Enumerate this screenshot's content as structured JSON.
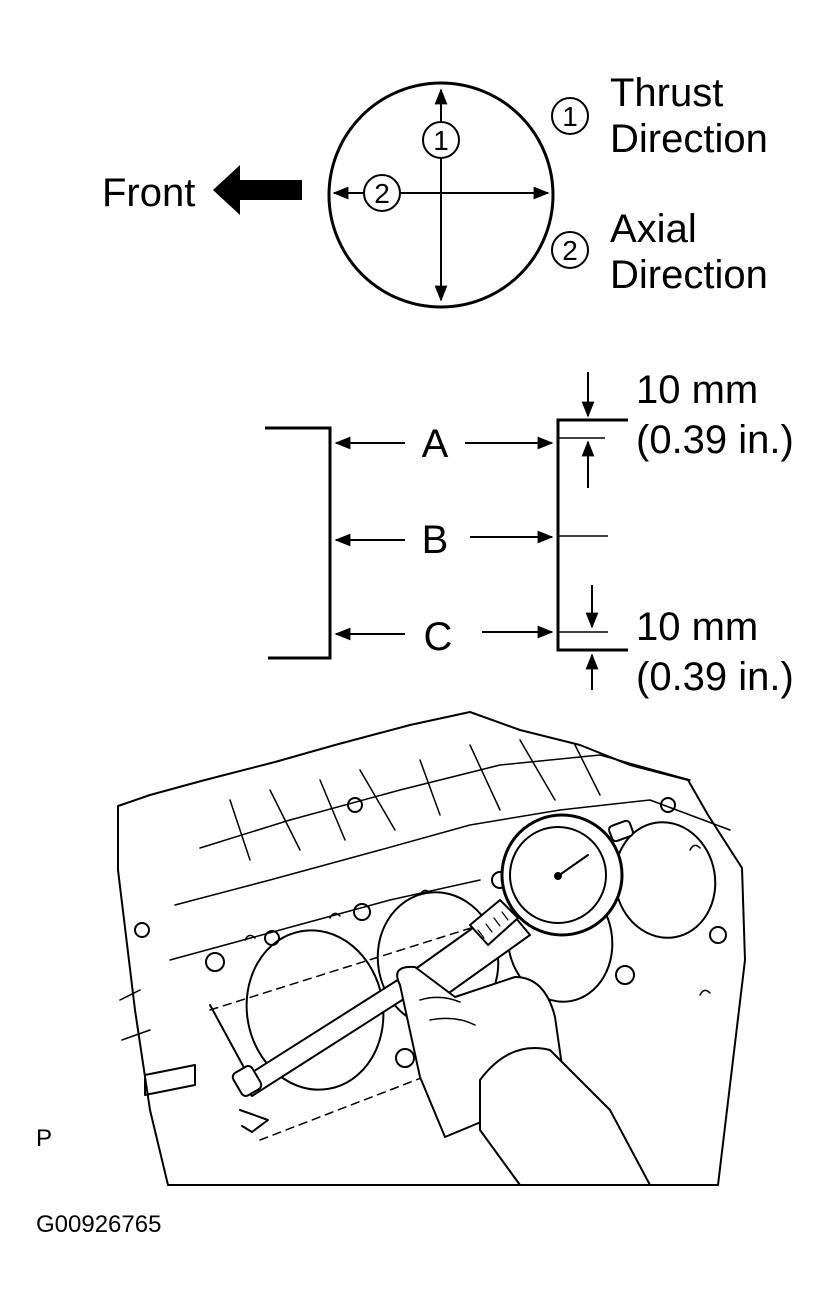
{
  "top_diagram": {
    "front_label": "Front",
    "marker_1": "1",
    "marker_2": "2",
    "legend": [
      {
        "num": "1",
        "line1": "Thrust",
        "line2": "Direction"
      },
      {
        "num": "2",
        "line1": "Axial",
        "line2": "Direction"
      }
    ]
  },
  "bore_diagram": {
    "positions": [
      "A",
      "B",
      "C"
    ],
    "top_offset": {
      "value": "10 mm",
      "imperial": "(0.39 in.)"
    },
    "bottom_offset": {
      "value": "10 mm",
      "imperial": "(0.39 in.)"
    }
  },
  "illustration": {
    "view_label": "P",
    "figure_code": "G00926765"
  }
}
